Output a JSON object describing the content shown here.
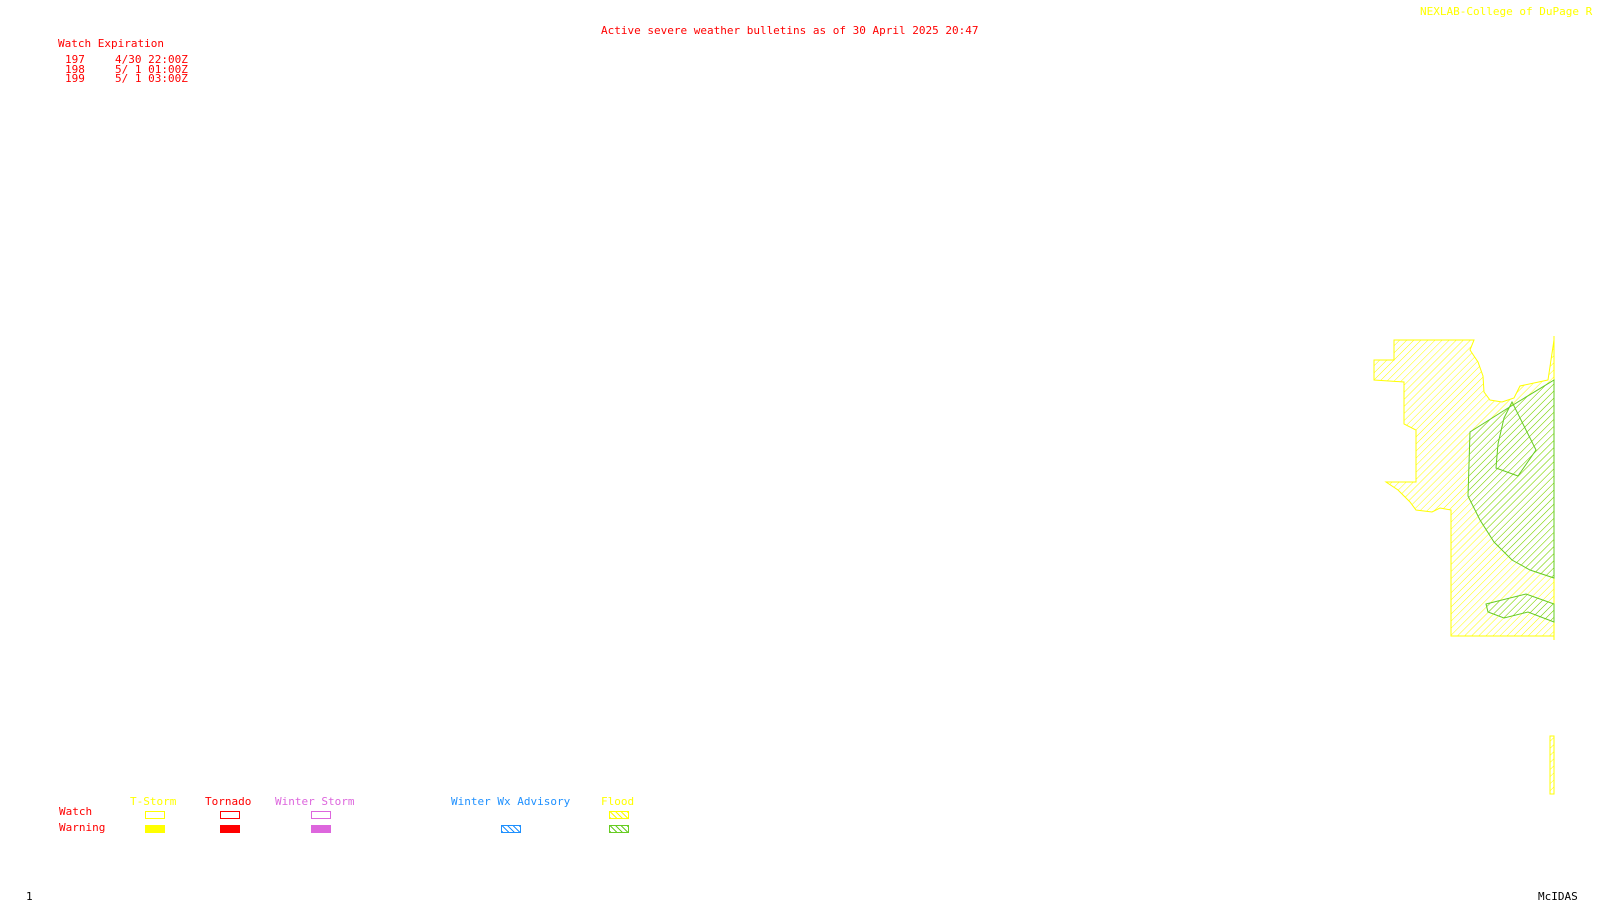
{
  "header": {
    "title": "Active severe weather bulletins as of 30 April 2025 20:47",
    "credit": "NEXLAB-College of DuPage R"
  },
  "watches": {
    "heading": "Watch Expiration",
    "rows": [
      {
        "number": "197",
        "expires": "4/30 22:00Z"
      },
      {
        "number": "198",
        "expires": "5/ 1 01:00Z"
      },
      {
        "number": "199",
        "expires": "5/ 1 03:00Z"
      }
    ]
  },
  "legend": {
    "row_watch": "Watch",
    "row_warning": "Warning",
    "tstorm": "T-Storm",
    "tornado": "Tornado",
    "winter_storm": "Winter Storm",
    "winter_advisory": "Winter Wx Advisory",
    "flood": "Flood",
    "colors": {
      "tstorm": "#ffff00",
      "tornado": "#ff0000",
      "winter_storm": "#dd66dd",
      "winter_advisory": "#1e90ff",
      "flood_watch": "#ffff00",
      "flood_warning": "#66cc22"
    }
  },
  "footer": {
    "frame": "1",
    "software": "McIDAS"
  }
}
